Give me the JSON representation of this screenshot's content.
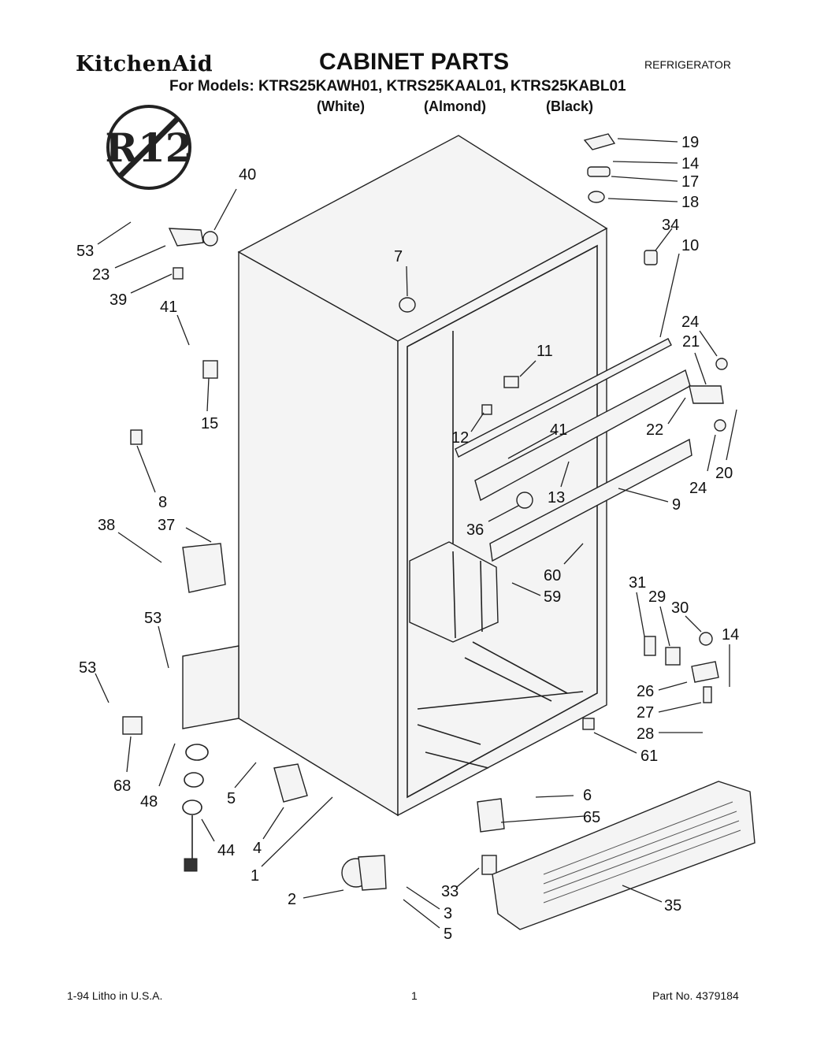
{
  "header": {
    "brand": "KitchenAid",
    "title": "CABINET PARTS",
    "category": "REFRIGERATOR",
    "models_line": "For Models: KTRS25KAWH01, KTRS25KAAL01, KTRS25KABL01",
    "variants": [
      "(White)",
      "(Almond)",
      "(Black)"
    ]
  },
  "badge": {
    "text": "R12"
  },
  "callouts": [
    "19",
    "14",
    "17",
    "18",
    "34",
    "10",
    "40",
    "53",
    "23",
    "39",
    "7",
    "41",
    "15",
    "11",
    "24",
    "21",
    "12",
    "41",
    "22",
    "8",
    "13",
    "24",
    "20",
    "36",
    "9",
    "38",
    "37",
    "60",
    "59",
    "31",
    "29",
    "30",
    "14",
    "53",
    "53",
    "26",
    "27",
    "68",
    "48",
    "5",
    "28",
    "61",
    "4",
    "44",
    "1",
    "6",
    "65",
    "2",
    "33",
    "3",
    "5",
    "35"
  ],
  "footer": {
    "left": "1-94 Litho in U.S.A.",
    "center": "1",
    "right": "Part No. 4379184"
  }
}
